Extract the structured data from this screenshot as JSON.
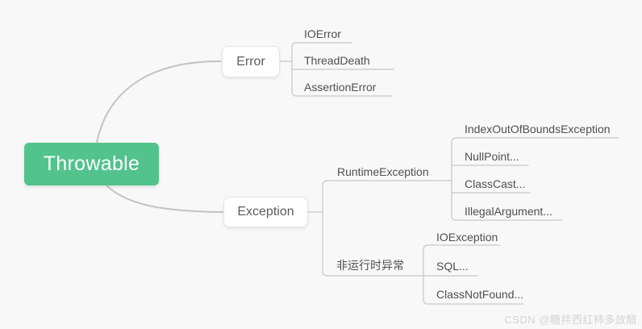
{
  "colors": {
    "background": "#f8f8f8",
    "root_bg": "#52c38d",
    "root_text": "#ffffff",
    "node_bg": "#ffffff",
    "node_border": "#e4e4e4",
    "node_text": "#5c5c5c",
    "topic_text": "#4f4f4f",
    "line": "#c3c3c3",
    "underline": "#d0d0d0",
    "watermark": "#d4d4d4"
  },
  "mindmap": {
    "root": {
      "label": "Throwable"
    },
    "branches": [
      {
        "label": "Error",
        "children": [
          {
            "label": "IOError"
          },
          {
            "label": "ThreadDeath"
          },
          {
            "label": "AssertionError"
          }
        ]
      },
      {
        "label": "Exception",
        "children": [
          {
            "label": "RuntimeException",
            "children": [
              {
                "label": "IndexOutOfBoundsException"
              },
              {
                "label": "NullPoint..."
              },
              {
                "label": "ClassCast..."
              },
              {
                "label": "IllegalArgument..."
              }
            ]
          },
          {
            "label": "非运行时异常",
            "children": [
              {
                "label": "IOException"
              },
              {
                "label": "SQL..."
              },
              {
                "label": "ClassNotFound..."
              }
            ]
          }
        ]
      }
    ]
  },
  "watermark": {
    "text": "CSDN @糖拌西红柿多放醋"
  }
}
